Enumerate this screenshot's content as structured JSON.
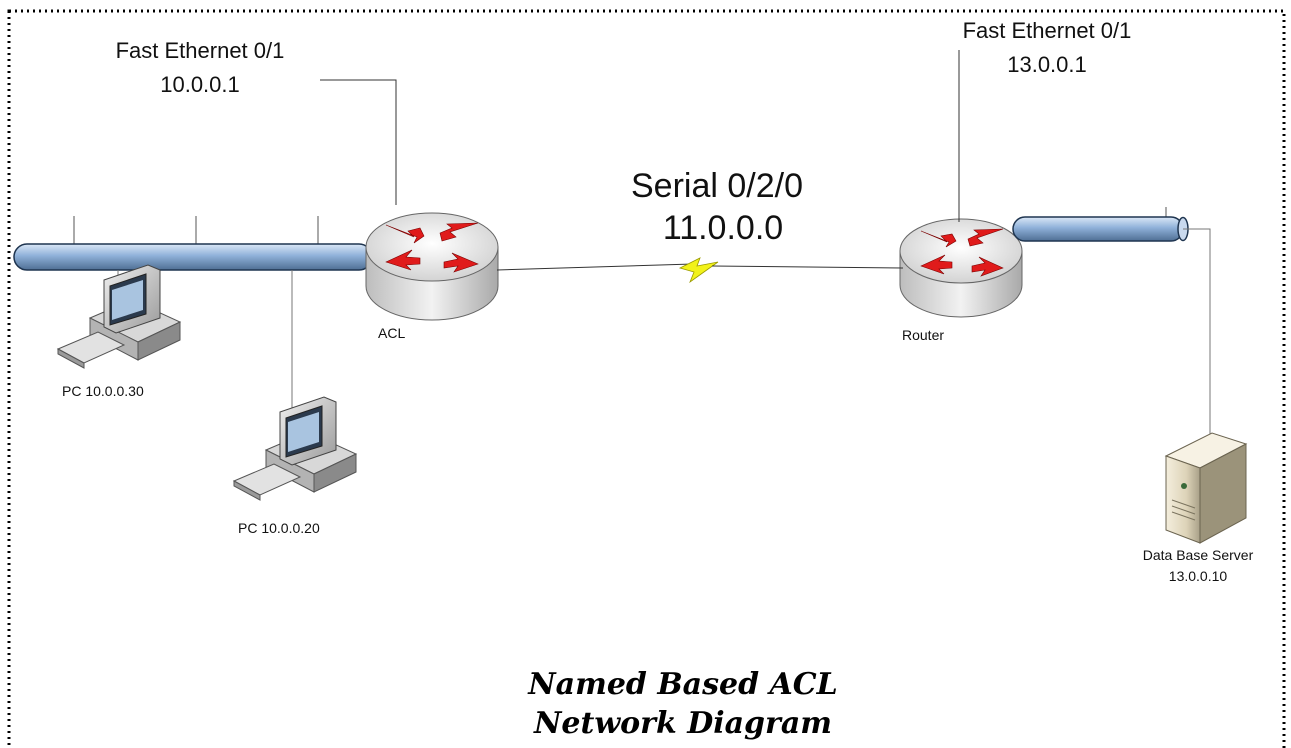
{
  "diagram": {
    "title_line1": "Named Based ACL",
    "title_line2": "Network Diagram",
    "link_label": "Serial 0/2/0",
    "link_network": "11.0.0.0",
    "left_interface_name": "Fast Ethernet 0/1",
    "left_interface_ip": "10.0.0.1",
    "right_interface_name": "Fast Ethernet 0/1",
    "right_interface_ip": "13.0.0.1",
    "router_left_label": "ACL",
    "router_right_label": "Router",
    "pc1_label": "PC 10.0.0.30",
    "pc2_label": "PC 10.0.0.20",
    "server_label": "Data Base Server",
    "server_ip": "13.0.0.10"
  },
  "colors": {
    "bus": "#8fb1d9",
    "bus_edge": "#1f3550",
    "router_body": "#e6e6e6",
    "router_arrow": "#e01b1b",
    "serial_link": "#f2f21a",
    "border": "#000000"
  },
  "icons": {
    "router": "router-icon",
    "pc": "desktop-pc-icon",
    "server": "tower-server-icon"
  }
}
